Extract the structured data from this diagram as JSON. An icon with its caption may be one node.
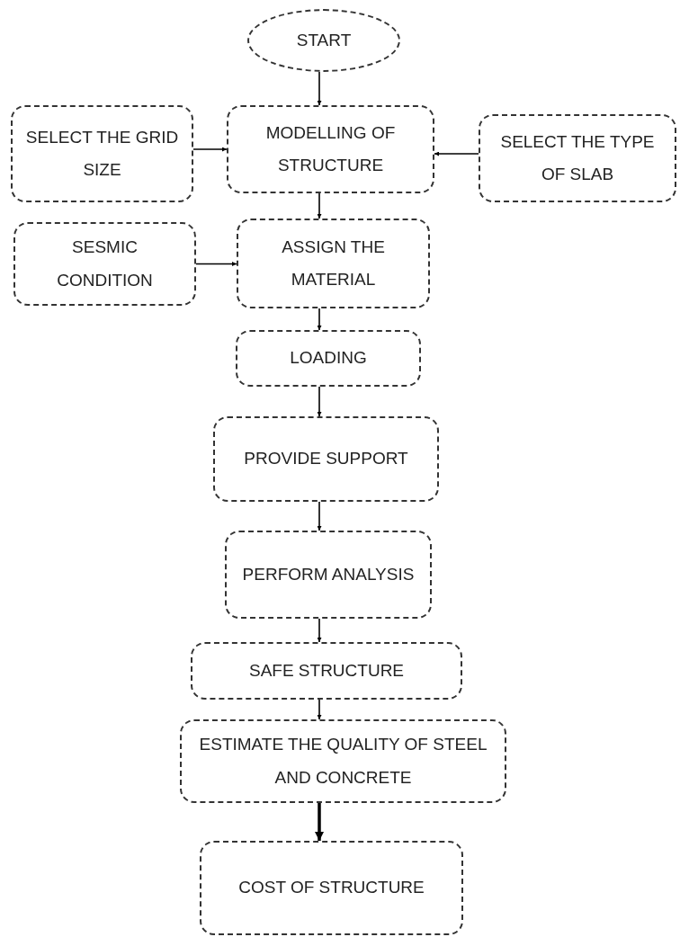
{
  "diagram": {
    "nodes": [
      {
        "text": [
          "START"
        ]
      },
      {
        "text": [
          "SELECT THE GRID SIZE"
        ]
      },
      {
        "text": [
          "MODELLING OF STRUCTURE"
        ]
      },
      {
        "text": [
          "SELECT THE TYPE OF SLAB"
        ]
      },
      {
        "text": [
          "SESMIC CONDITION"
        ]
      },
      {
        "text": [
          "ASSIGN THE MATERIAL"
        ]
      },
      {
        "text": [
          "LOADING"
        ]
      },
      {
        "text": [
          "PROVIDE SUPPORT"
        ]
      },
      {
        "text": [
          "PERFORM ANALYSIS"
        ]
      },
      {
        "text": [
          "SAFE STRUCTURE"
        ]
      },
      {
        "text": [
          "ESTIMATE THE QUALITY OF STEEL AND CONCRETE"
        ]
      },
      {
        "text": [
          "COST OF STRUCTURE"
        ]
      }
    ],
    "edges": [
      {
        "from": 0,
        "to": 2,
        "arrow": "to"
      },
      {
        "from": 1,
        "to": 2,
        "arrow": "to"
      },
      {
        "from": 3,
        "to": 2,
        "arrow": "to"
      },
      {
        "from": 2,
        "to": 5,
        "arrow": "to"
      },
      {
        "from": 4,
        "to": 5,
        "arrow": "to"
      },
      {
        "from": 5,
        "to": 6,
        "arrow": "to"
      },
      {
        "from": 6,
        "to": 7,
        "arrow": "to"
      },
      {
        "from": 7,
        "to": 8,
        "arrow": "to"
      },
      {
        "from": 8,
        "to": 9,
        "arrow": "to"
      },
      {
        "from": 9,
        "to": 10,
        "arrow": "to"
      },
      {
        "from": 10,
        "to": 11,
        "arrow": "to",
        "style": "thick"
      }
    ]
  }
}
